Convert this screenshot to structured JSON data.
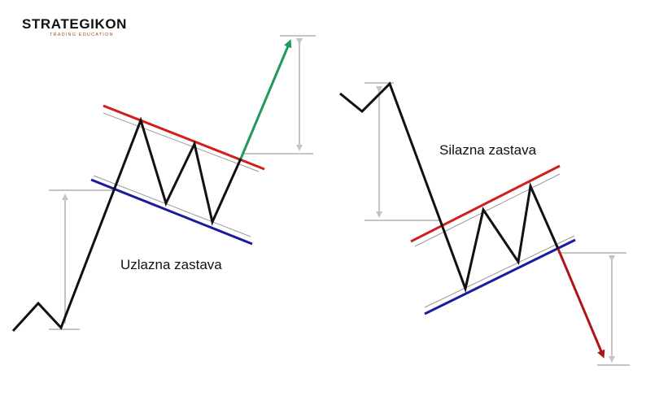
{
  "brand": {
    "name": "STRATEGIKON",
    "tagline": "TRADING EDUCATION"
  },
  "patterns": {
    "bullish": {
      "label": "Uzlazna zastava"
    },
    "bearish": {
      "label": "Silazna zastava"
    }
  },
  "colors": {
    "price_line": "#111111",
    "upper_channel": "#d11f1f",
    "lower_channel": "#1b1b9e",
    "bullish_target": "#1f9a5a",
    "bearish_target": "#b01515",
    "measure_lines": "#c4c4c4"
  }
}
